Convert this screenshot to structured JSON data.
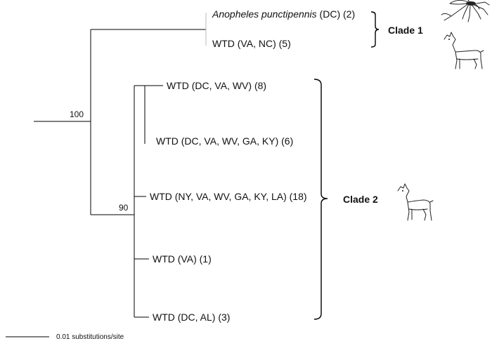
{
  "tree": {
    "taxa": [
      {
        "id": "t1",
        "prefix": "",
        "italic": "Anopheles punctipennis",
        "suffix": " (DC) (2)"
      },
      {
        "id": "t2",
        "prefix": "WTD (VA, NC) (5)",
        "italic": "",
        "suffix": ""
      },
      {
        "id": "t3",
        "prefix": "WTD (DC, VA, WV) (8)",
        "italic": "",
        "suffix": ""
      },
      {
        "id": "t4",
        "prefix": "WTD (DC, VA, WV, GA, KY) (6)",
        "italic": "",
        "suffix": ""
      },
      {
        "id": "t5",
        "prefix": "WTD (NY, VA, WV, GA, KY, LA) (18)",
        "italic": "",
        "suffix": ""
      },
      {
        "id": "t6",
        "prefix": "WTD (VA) (1)",
        "italic": "",
        "suffix": ""
      },
      {
        "id": "t7",
        "prefix": "WTD (DC, AL) (3)",
        "italic": "",
        "suffix": ""
      }
    ],
    "support_values": {
      "root": "100",
      "clade2": "90"
    },
    "clades": [
      {
        "id": "c1",
        "label": "Clade 1",
        "members": [
          "t1",
          "t2"
        ]
      },
      {
        "id": "c2",
        "label": "Clade 2",
        "members": [
          "t3",
          "t4",
          "t5",
          "t6",
          "t7"
        ]
      }
    ],
    "scale_bar": {
      "label": "0.01 substitutions/site"
    },
    "icons": [
      "mosquito-icon",
      "deer-icon",
      "deer-icon"
    ]
  }
}
